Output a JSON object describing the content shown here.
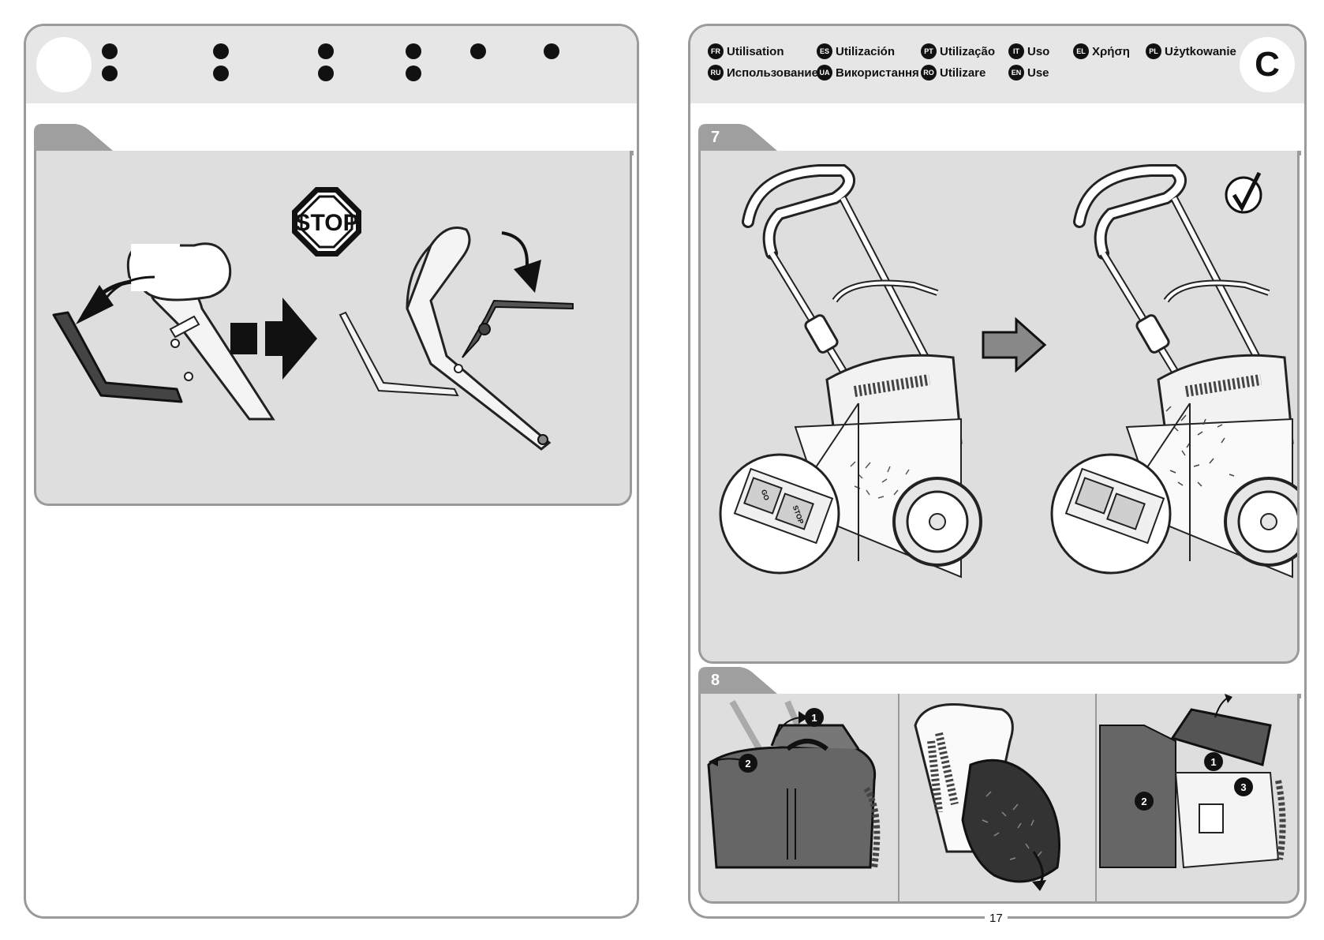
{
  "left_page": {
    "stop_sign_text": "STOP"
  },
  "right_page": {
    "section_letter": "C",
    "languages": [
      {
        "code": "FR",
        "label": "Utilisation"
      },
      {
        "code": "RU",
        "label": "Использование"
      },
      {
        "code": "ES",
        "label": "Utilización"
      },
      {
        "code": "UA",
        "label": "Використання"
      },
      {
        "code": "PT",
        "label": "Utilização"
      },
      {
        "code": "RO",
        "label": "Utilizare"
      },
      {
        "code": "IT",
        "label": "Uso"
      },
      {
        "code": "EN",
        "label": "Use"
      },
      {
        "code": "EL",
        "label": "Χρήση"
      },
      {
        "code": "PL",
        "label": "Użytkowanie"
      }
    ],
    "step7": {
      "number": "7",
      "switch_go": "GO",
      "switch_stop": "STOP"
    },
    "step8": {
      "number": "8",
      "callouts": [
        "1",
        "2",
        "1",
        "2",
        "3"
      ]
    },
    "page_number": "17"
  }
}
